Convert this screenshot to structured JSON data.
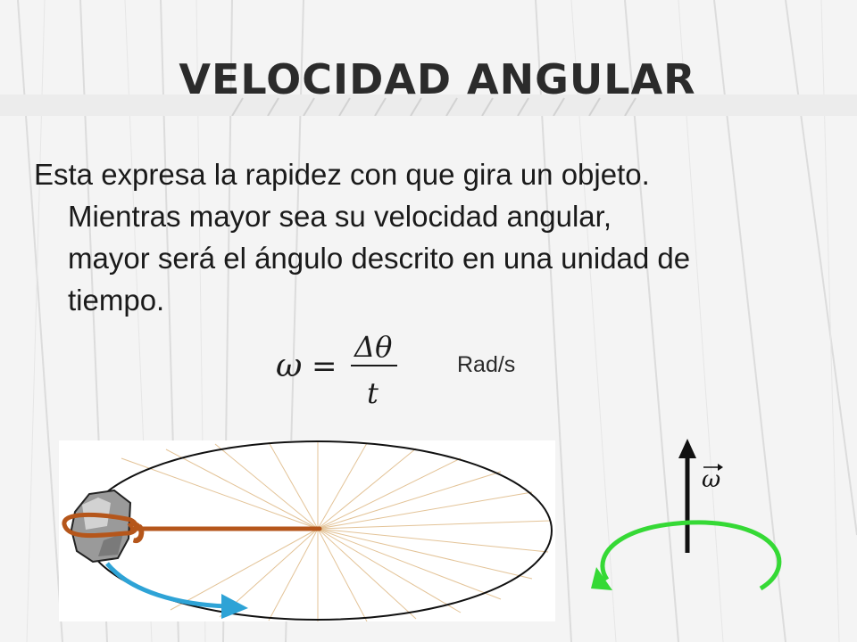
{
  "slide": {
    "title": "VELOCIDAD ANGULAR",
    "paragraph": {
      "line1": "Esta expresa la rapidez con que gira un objeto.",
      "line2": "Mientras mayor sea su velocidad angular,",
      "line3": "mayor será el ángulo descrito en una unidad de",
      "line4": "tiempo."
    },
    "formula": {
      "lhs": "ω",
      "equals": "=",
      "numerator": "Δθ",
      "denominator": "t"
    },
    "unit": "Rad/s",
    "vector_label": "ω"
  },
  "colors": {
    "title": "#2b2b2b",
    "rope": "#b5561b",
    "motion_arrow": "#2ea3d6",
    "rotation_arrow": "#35d935",
    "rays": "#e0bc8c"
  }
}
